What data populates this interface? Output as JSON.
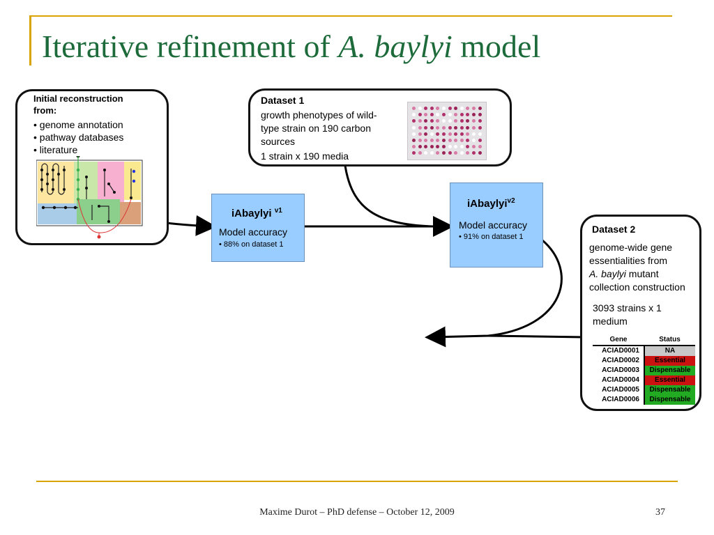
{
  "slide": {
    "title_prefix": "Iterative refinement of ",
    "title_italic": "A. baylyi",
    "title_suffix": " model",
    "footer": "Maxime Durot – PhD defense – October 12, 2009",
    "page_number": "37"
  },
  "initial": {
    "heading_line1": "Initial reconstruction",
    "heading_line2": "from:",
    "bullets": [
      "• genome annotation",
      "• pathway databases",
      "• literature"
    ]
  },
  "dataset1": {
    "heading": "Dataset 1",
    "line1": "growth phenotypes of wild-",
    "line2": "type strain on 190 carbon",
    "line3": "sources",
    "summary": "1 strain x 190 media"
  },
  "model_v1": {
    "name": "iAbaylyi",
    "version": "v1",
    "accuracy_label": "Model accuracy",
    "accuracy_point": "• 88% on dataset 1"
  },
  "model_v2": {
    "name": "iAbaylyi",
    "version": "v2",
    "accuracy_label": "Model accuracy",
    "accuracy_point": "• 91% on dataset 1"
  },
  "dataset2": {
    "heading": "Dataset 2",
    "line1": "genome-wide gene",
    "line2": "essentialities from",
    "line3_italic": "A. baylyi",
    "line3_rest": " mutant",
    "line4": "collection construction",
    "summary_line1": "3093 strains x 1",
    "summary_line2": "medium",
    "table": {
      "headers": [
        "Gene",
        "Status"
      ],
      "rows": [
        {
          "gene": "ACIAD0001",
          "status": "NA",
          "color": "#c8c8c8"
        },
        {
          "gene": "ACIAD0002",
          "status": "Essential",
          "color": "#cc1111"
        },
        {
          "gene": "ACIAD0003",
          "status": "Dispensable",
          "color": "#22aa22"
        },
        {
          "gene": "ACIAD0004",
          "status": "Essential",
          "color": "#cc1111"
        },
        {
          "gene": "ACIAD0005",
          "status": "Dispensable",
          "color": "#22aa22"
        },
        {
          "gene": "ACIAD0006",
          "status": "Dispensable",
          "color": "#22aa22"
        }
      ]
    }
  },
  "colors": {
    "title": "#1d6b3b",
    "accent_line": "#d9a400",
    "model_box": "#99ccff"
  }
}
